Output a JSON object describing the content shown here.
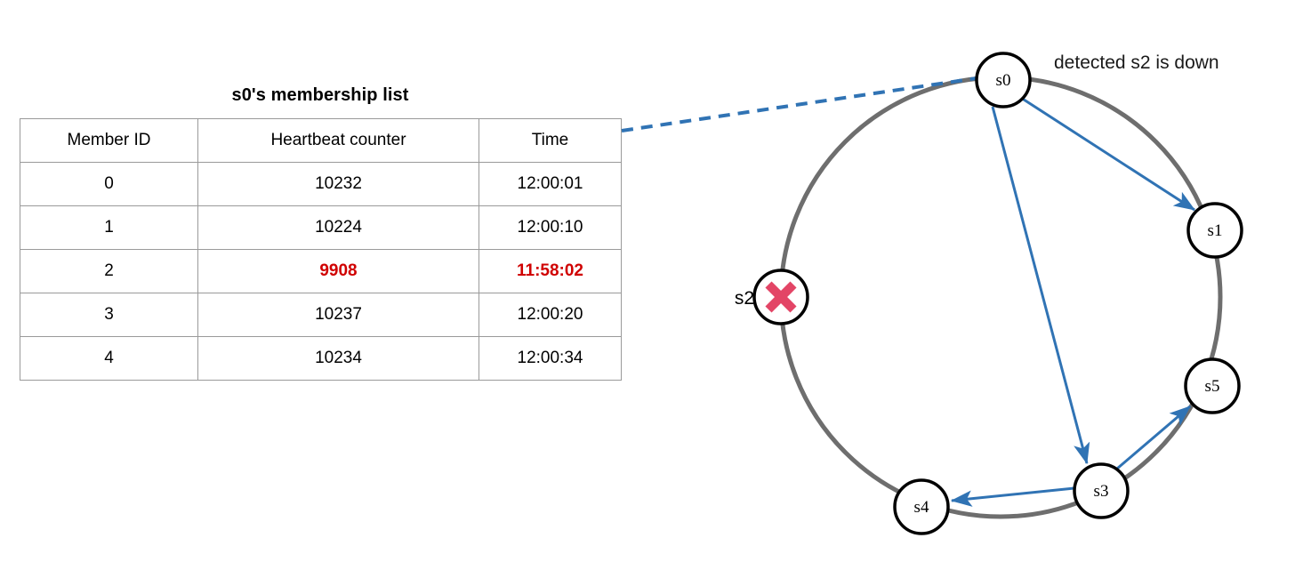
{
  "table": {
    "title": "s0's membership list",
    "columns": [
      "Member ID",
      "Heartbeat counter",
      "Time"
    ],
    "rows": [
      {
        "member_id": "0",
        "heartbeat": "10232",
        "time": "12:00:01",
        "down": false
      },
      {
        "member_id": "1",
        "heartbeat": "10224",
        "time": "12:00:10",
        "down": false
      },
      {
        "member_id": "2",
        "heartbeat": "9908",
        "time": "11:58:02",
        "down": true
      },
      {
        "member_id": "3",
        "heartbeat": "10237",
        "time": "12:00:20",
        "down": false
      },
      {
        "member_id": "4",
        "heartbeat": "10234",
        "time": "12:00:34",
        "down": false
      }
    ]
  },
  "ring": {
    "annotation": "detected s2 is down",
    "nodes": [
      {
        "id": "s0",
        "label": "s0",
        "label_position": "inside",
        "state": "ok"
      },
      {
        "id": "s1",
        "label": "s1",
        "label_position": "inside",
        "state": "ok"
      },
      {
        "id": "s2",
        "label": "s2",
        "label_position": "outside-left",
        "state": "down"
      },
      {
        "id": "s3",
        "label": "s3",
        "label_position": "inside",
        "state": "ok"
      },
      {
        "id": "s4",
        "label": "s4",
        "label_position": "inside",
        "state": "ok"
      },
      {
        "id": "s5",
        "label": "s5",
        "label_position": "inside",
        "state": "ok"
      }
    ],
    "gossip_arrows": [
      {
        "from": "s0",
        "to": "s1"
      },
      {
        "from": "s0",
        "to": "s3"
      },
      {
        "from": "s3",
        "to": "s5"
      },
      {
        "from": "s3",
        "to": "s4"
      }
    ],
    "callout": {
      "from": "membership-table",
      "to": "s0",
      "style": "dashed"
    }
  },
  "colors": {
    "ring_stroke": "#6e6e6e",
    "node_stroke": "#000000",
    "arrow_blue": "#3073b4",
    "down_red": "#d00000",
    "x_mark": "#e34566",
    "table_border": "#9a9a9a"
  }
}
